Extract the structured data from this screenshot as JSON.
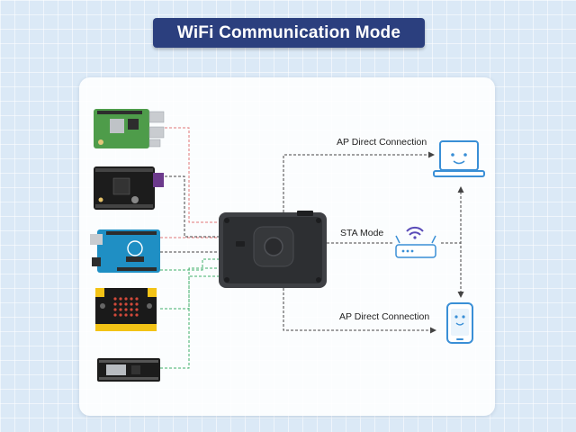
{
  "title": "WiFi Communication Mode",
  "links": {
    "ap_top": "AP Direct Connection",
    "sta": "STA Mode",
    "ap_bottom": "AP Direct Connection"
  },
  "colors": {
    "banner": "#2b3f7e",
    "wire_red": "#e07878",
    "wire_dark": "#444444",
    "wire_green": "#3fae6a",
    "device_outline": "#3a8fd6"
  },
  "icons": {
    "boards": [
      "raspberry-pi-board-icon",
      "expansion-board-icon",
      "arduino-board-icon",
      "microbit-board-icon",
      "esp32-board-icon"
    ],
    "module": "wifi-camera-module-icon",
    "router": "wifi-router-icon",
    "laptop": "laptop-icon",
    "phone": "smartphone-icon"
  }
}
